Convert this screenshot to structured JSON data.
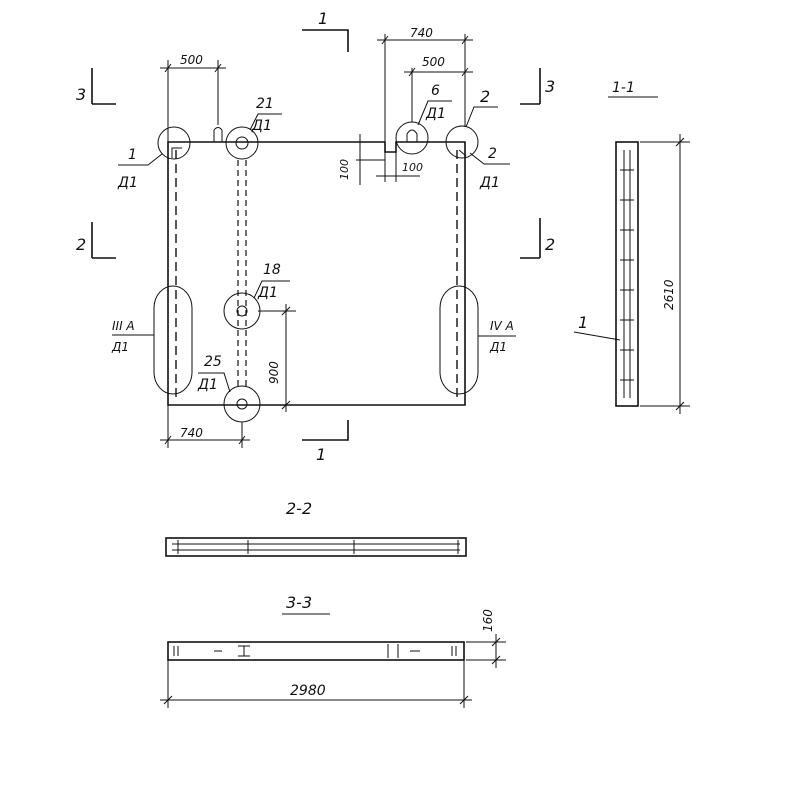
{
  "sections": {
    "s1": "1",
    "s2": "2",
    "s3": "3",
    "title_1_1": "1-1",
    "title_2_2": "2-2",
    "title_3_3": "3-3"
  },
  "dimensions": {
    "top_500_left": "500",
    "top_740": "740",
    "top_500_right": "500",
    "notch_100_v": "100",
    "notch_100_h": "100",
    "dim_900": "900",
    "bottom_740": "740",
    "side_2610": "2610",
    "height_160": "160",
    "length_2980": "2980"
  },
  "callouts": [
    {
      "num": "1",
      "sheet": "Д1"
    },
    {
      "num": "21",
      "sheet": "Д1"
    },
    {
      "num": "6",
      "sheet": "Д1"
    },
    {
      "num": "2",
      "sheet": "Д1"
    },
    {
      "num": "18",
      "sheet": "Д1"
    },
    {
      "num": "25",
      "sheet": "Д1"
    },
    {
      "num": "III А",
      "sheet": "Д1"
    },
    {
      "num": "IV А",
      "sheet": "Д1"
    }
  ],
  "section_callout": {
    "num": "1"
  },
  "right_callout_2": {
    "num": "2"
  }
}
